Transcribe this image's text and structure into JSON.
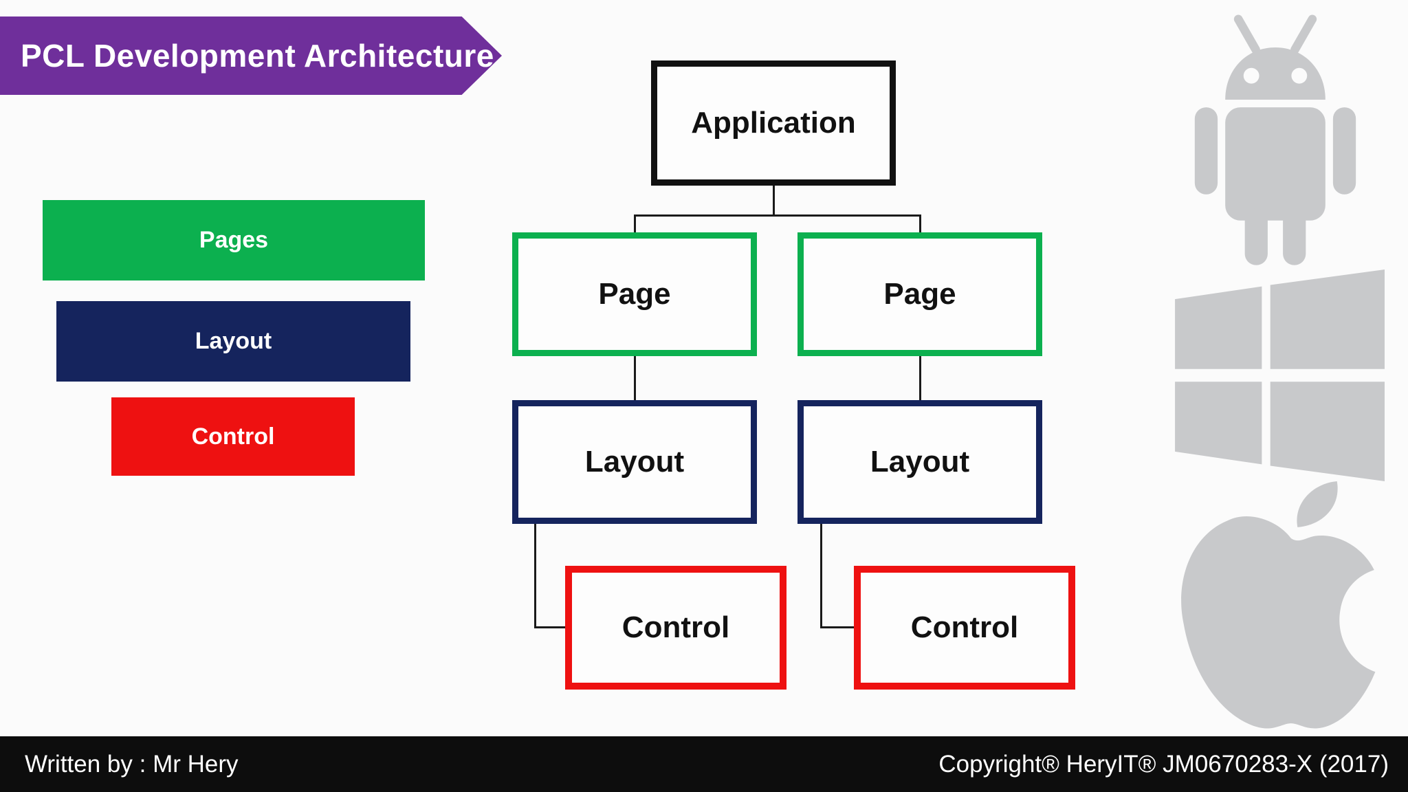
{
  "canvas": {
    "background": "#FBFBFB"
  },
  "header": {
    "title": "PCL Development Architecture",
    "banner_color": "#6F2F9B"
  },
  "legend": {
    "items": [
      {
        "label": "Pages",
        "color": "#0CB04F"
      },
      {
        "label": "Layout",
        "color": "#15245D"
      },
      {
        "label": "Control",
        "color": "#EE1111"
      }
    ]
  },
  "diagram": {
    "root": {
      "label": "Application",
      "border_color": "#111111"
    },
    "branches": [
      {
        "page": "Page",
        "layout": "Layout",
        "control": "Control"
      },
      {
        "page": "Page",
        "layout": "Layout",
        "control": "Control"
      }
    ],
    "node_colors": {
      "page": "#0CB04F",
      "layout": "#15245D",
      "control": "#EE1111"
    },
    "connector_color": "#1a1a1a"
  },
  "platforms": {
    "icons": [
      "android-icon",
      "windows-icon",
      "apple-icon"
    ],
    "color": "#C8C9CB"
  },
  "footer": {
    "left": "Written by : Mr Hery",
    "right": "Copyright® HeryIT® JM0670283-X (2017)",
    "background": "#0D0D0D"
  }
}
